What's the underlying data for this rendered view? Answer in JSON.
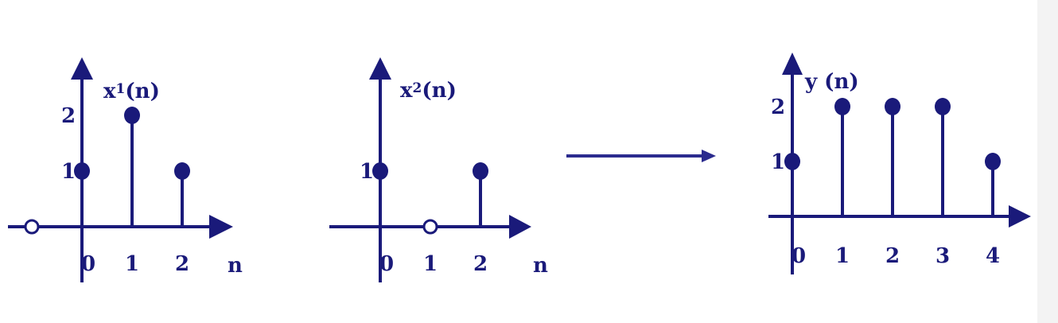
{
  "colors": {
    "ink": "#1a1a7a",
    "background": "#ffffff",
    "strip": "#f3f3f3"
  },
  "chart_data": [
    {
      "type": "stem",
      "title": "x1(n)",
      "title_parts": {
        "base": "x",
        "sub": "1",
        "tail": "(n)"
      },
      "xlabel": "n",
      "x_ticks": [
        "0",
        "1",
        "2"
      ],
      "y_ticks": [
        "1",
        "2"
      ],
      "points": [
        {
          "x": 0,
          "y": 1
        },
        {
          "x": 1,
          "y": 2
        },
        {
          "x": 2,
          "y": 1
        }
      ],
      "open_points": [
        {
          "x": -1,
          "y": 0
        }
      ]
    },
    {
      "type": "stem",
      "title": "x2(n)",
      "title_parts": {
        "base": "x",
        "sub": "2",
        "tail": "(n)"
      },
      "xlabel": "n",
      "x_ticks": [
        "0",
        "1",
        "2"
      ],
      "y_ticks": [
        "1"
      ],
      "points": [
        {
          "x": 0,
          "y": 1
        },
        {
          "x": 2,
          "y": 1
        }
      ],
      "open_points": [
        {
          "x": 1,
          "y": 0
        }
      ]
    },
    {
      "type": "stem",
      "title": "y (n)",
      "title_parts": {
        "base": "y",
        "sub": "",
        "tail": " (n)"
      },
      "xlabel": "",
      "x_ticks": [
        "0",
        "1",
        "2",
        "3",
        "4"
      ],
      "y_ticks": [
        "1",
        "2"
      ],
      "points": [
        {
          "x": 0,
          "y": 1
        },
        {
          "x": 1,
          "y": 2
        },
        {
          "x": 2,
          "y": 2
        },
        {
          "x": 3,
          "y": 2
        },
        {
          "x": 4,
          "y": 1
        }
      ],
      "open_points": []
    }
  ]
}
